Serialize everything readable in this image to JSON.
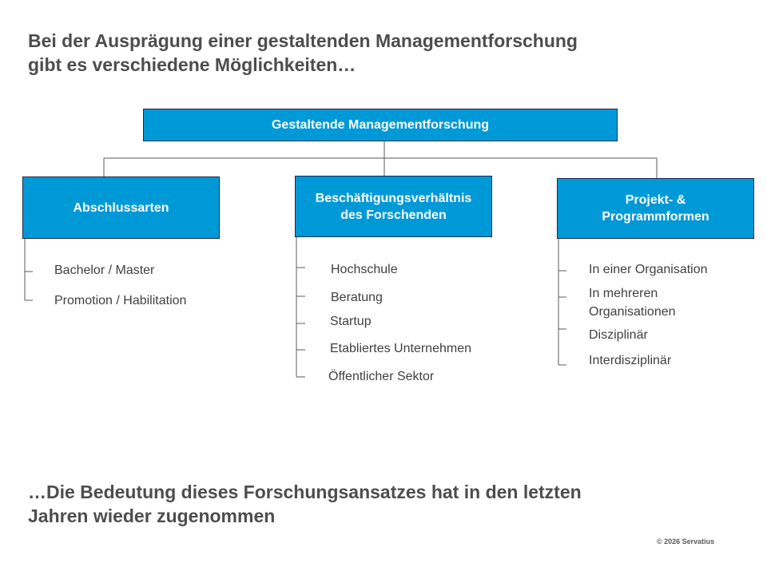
{
  "title": {
    "line1": "Bei der Ausprägung einer gestaltenden Managementforschung",
    "line2": "gibt es verschiedene Möglichkeiten…"
  },
  "diagram": {
    "root": "Gestaltende Managementforschung",
    "branches": [
      {
        "label_lines": [
          "Abschlussarten"
        ],
        "items": [
          "Bachelor / Master",
          "Promotion / Habilitation"
        ]
      },
      {
        "label_lines": [
          "Beschäftigungsverhältnis",
          "des Forschenden"
        ],
        "items": [
          "Hochschule",
          "Beratung",
          "Startup",
          "Etabliertes Unternehmen",
          "Öffentlicher Sektor"
        ]
      },
      {
        "label_lines": [
          "Projekt- &",
          "Programmformen"
        ],
        "items": [
          "In einer Organisation",
          "In mehreren Organisationen",
          "Disziplinär",
          "Interdisziplinär"
        ]
      }
    ]
  },
  "conclusion": {
    "line1": "…Die Bedeutung dieses Forschungsansatzes hat in den letzten",
    "line2": "Jahren wieder zugenommen"
  },
  "footer": {
    "copyright": "© 2026 Servatius"
  },
  "colors": {
    "box_fill": "#0099d8",
    "box_text": "#ffffff",
    "text": "#404040",
    "connector": "#595959"
  }
}
